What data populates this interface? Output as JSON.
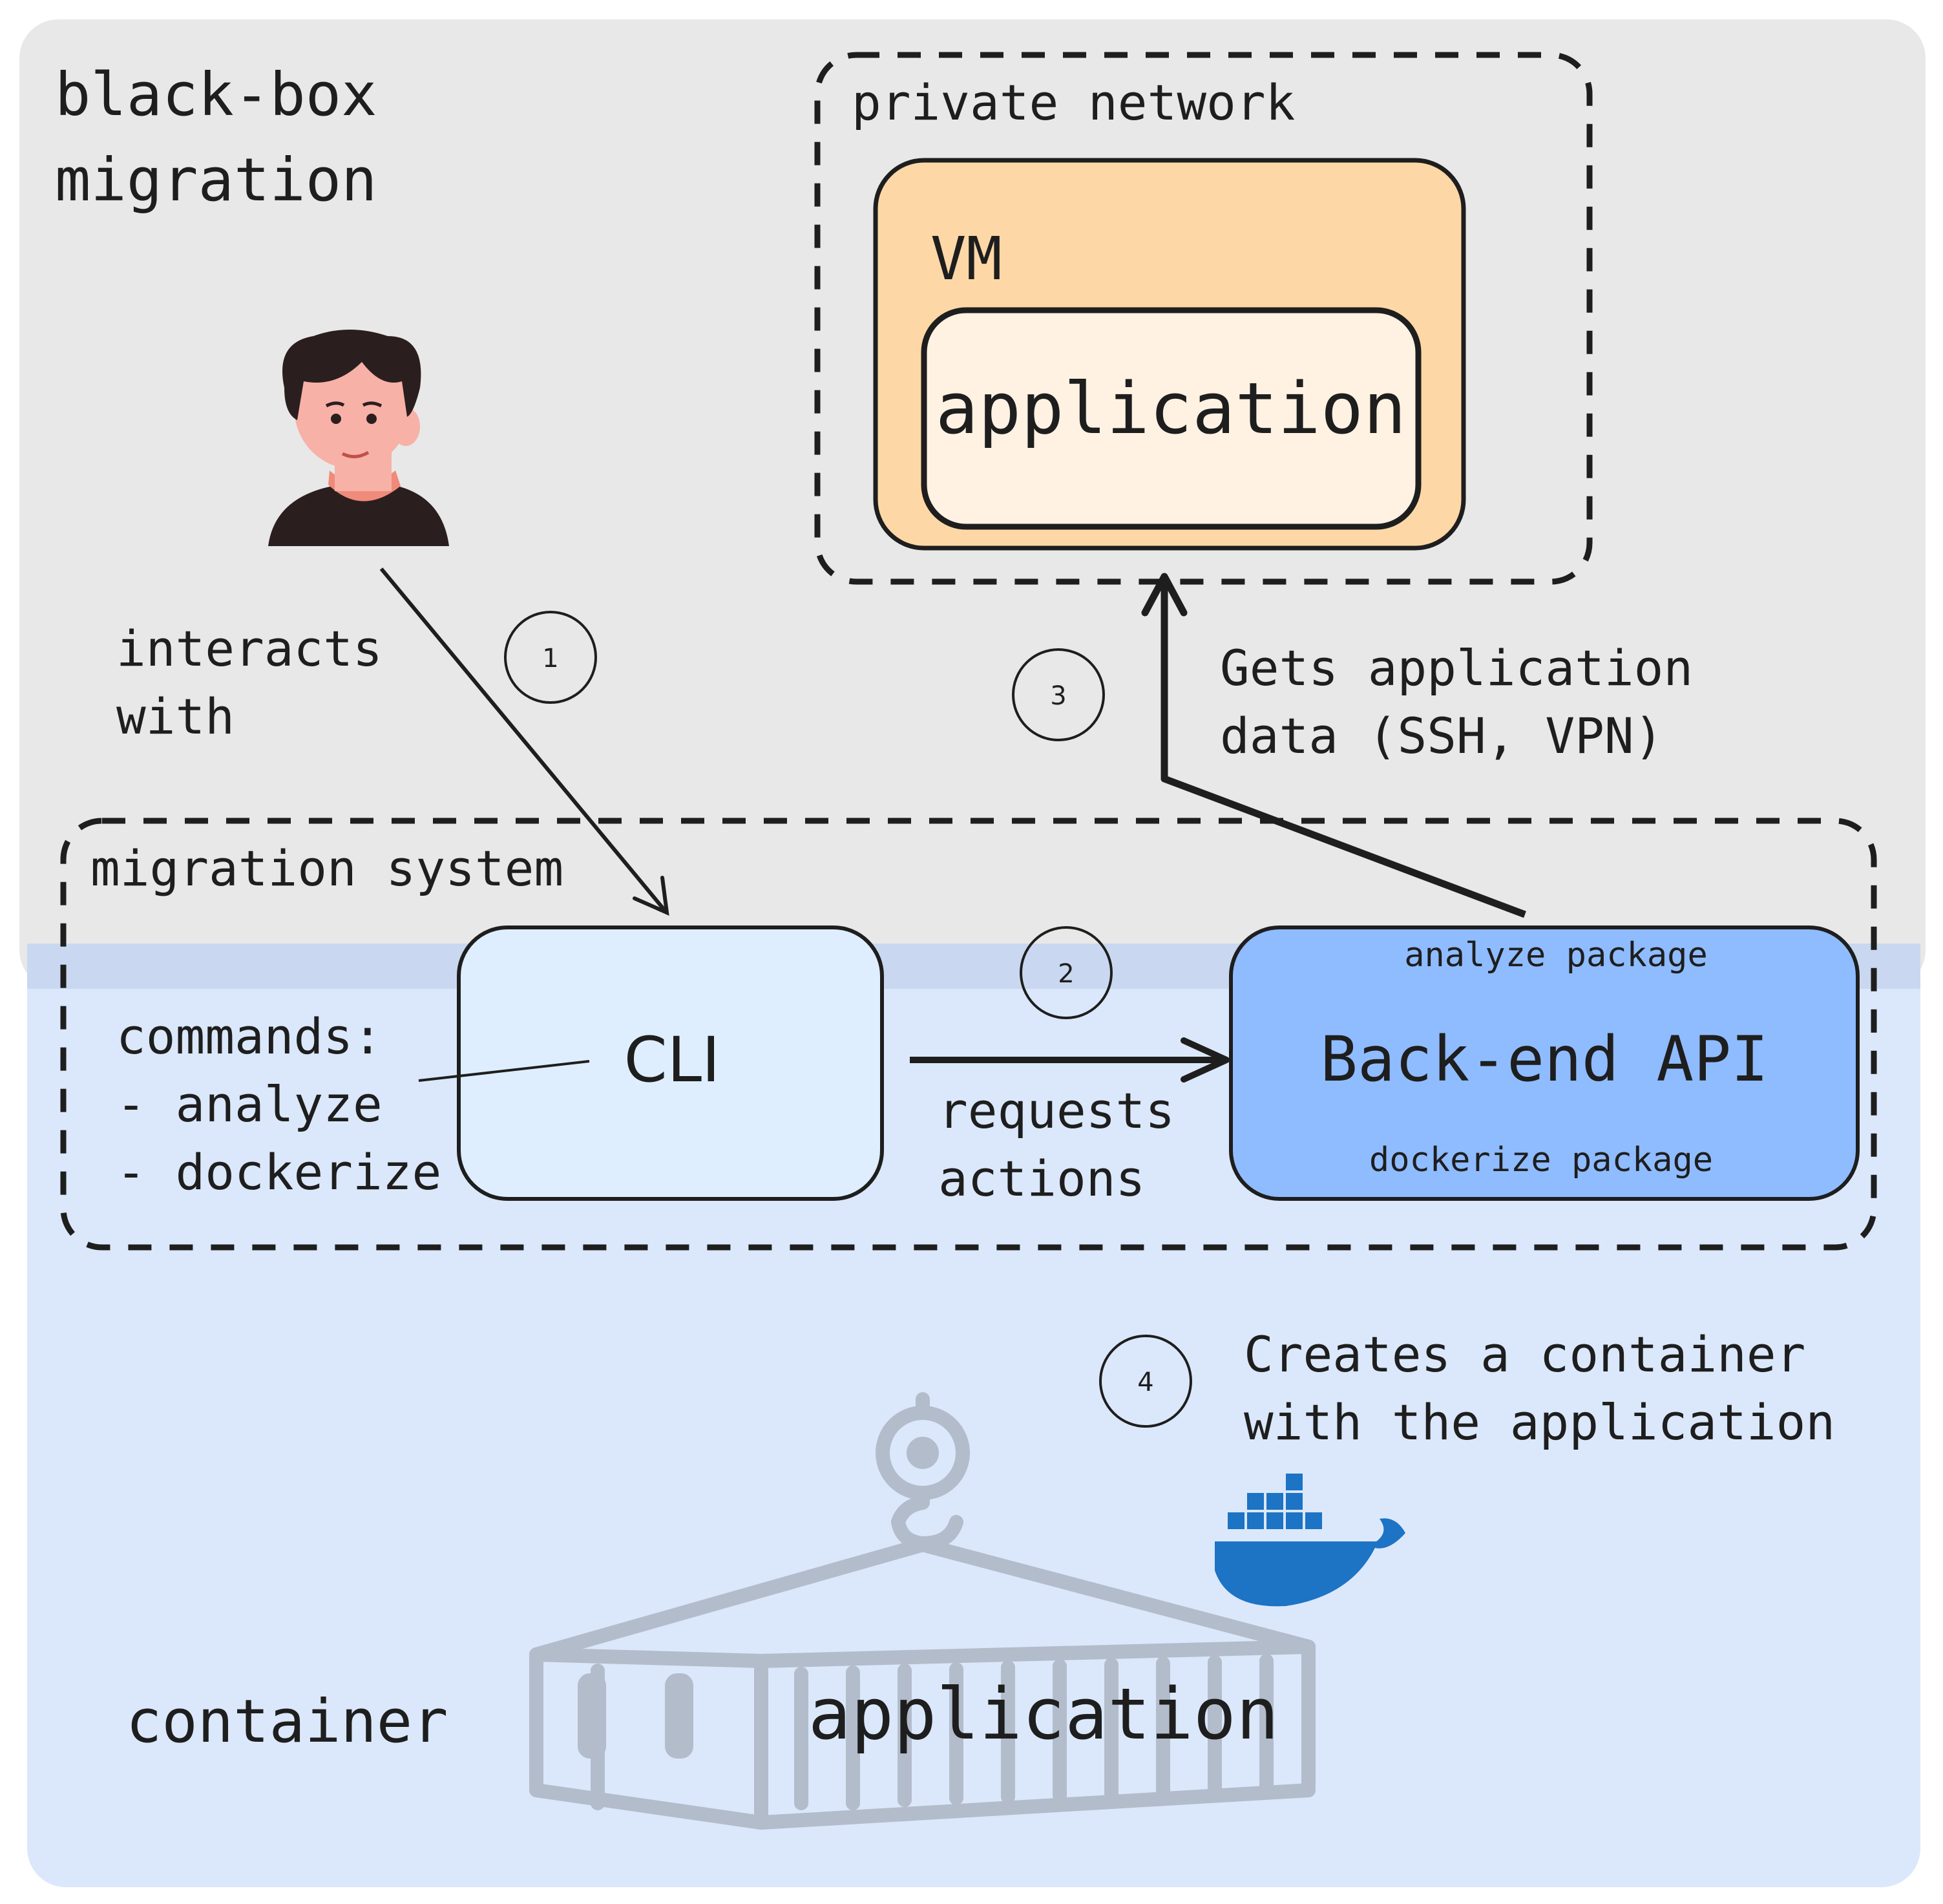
{
  "regions": {
    "top_label_line1": "black-box",
    "top_label_line2": "migration",
    "bottom_label": "container"
  },
  "private_network": {
    "label": "private network",
    "vm_label": "VM",
    "app_label": "application"
  },
  "migration_system": {
    "label": "migration system",
    "commands_title": "commands:",
    "commands": [
      "- analyze",
      "- dockerize"
    ],
    "cli_label": "CLI",
    "api_label": "Back-end API",
    "api_top_note": "analyze package",
    "api_bottom_note": "dockerize package"
  },
  "edges": {
    "user_to_cli_line1": "interacts",
    "user_to_cli_line2": "with",
    "cli_to_api_line1": "requests",
    "cli_to_api_line2": "actions",
    "api_to_vm_line1": "Gets application",
    "api_to_vm_line2": "data (SSH, VPN)",
    "container_line1": "Creates a container",
    "container_line2": "with the application"
  },
  "steps": [
    "1",
    "2",
    "3",
    "4"
  ],
  "container_app_label": "application",
  "icons": {
    "user": "person-avatar-icon",
    "docker": "docker-whale-icon",
    "shipping": "shipping-container-icon"
  },
  "colors": {
    "top_region": "#e8e8e8",
    "bottom_region": "#dbe8fb",
    "overlap": "#c9d8f0",
    "vm_fill": "#fdd8a6",
    "app_fill": "#fff2e3",
    "cli_fill": "#deeefe",
    "api_fill": "#8fbcff",
    "ink": "#1e1e1e",
    "ghost": "#b3bccb",
    "docker": "#1d73c4"
  }
}
